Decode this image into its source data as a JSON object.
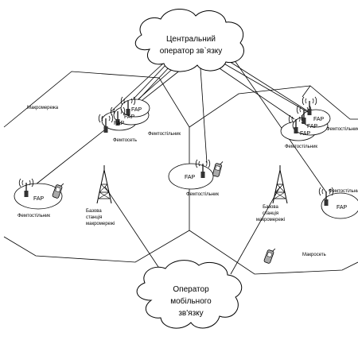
{
  "clouds": {
    "central": {
      "line1": "Центральний",
      "line2": "оператор зв`язку"
    },
    "mobile": {
      "line1": "Оператор",
      "line2": "мобільного",
      "line3": "зв'язку"
    }
  },
  "labels": {
    "macro_network": "Макромережа",
    "femtocell": "Фемтостільник",
    "femto_network": "Фемтосеть",
    "macro_network_alt": "Макросеть",
    "fap": "FAP",
    "base_station_l1": "Базова",
    "base_station_l2": "станція",
    "base_station_l3": "макромережі"
  }
}
